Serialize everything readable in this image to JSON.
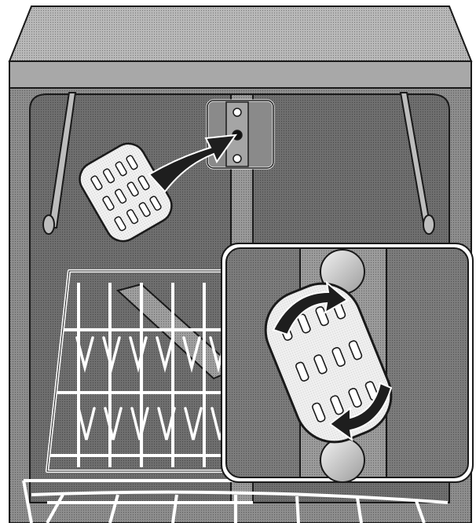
{
  "figure": {
    "subject": "dishwasher-tub-interior",
    "palette": {
      "outline": "#1a1a1a",
      "tub_top": "#b9b9b9",
      "tub_wall": "#8e8e8e",
      "tub_back": "#6f6f6f",
      "rack": "#ffffff",
      "arrow": "#1e1e1e",
      "inset_bg": "#7c7c7c"
    },
    "callouts": [
      {
        "id": "mount-arrow",
        "icon": "curved-arrow-right"
      },
      {
        "id": "rotate-cw-arrow",
        "icon": "curved-arrow-clockwise"
      },
      {
        "id": "rotate-ccw-arrow",
        "icon": "curved-arrow-counterclockwise"
      }
    ]
  }
}
